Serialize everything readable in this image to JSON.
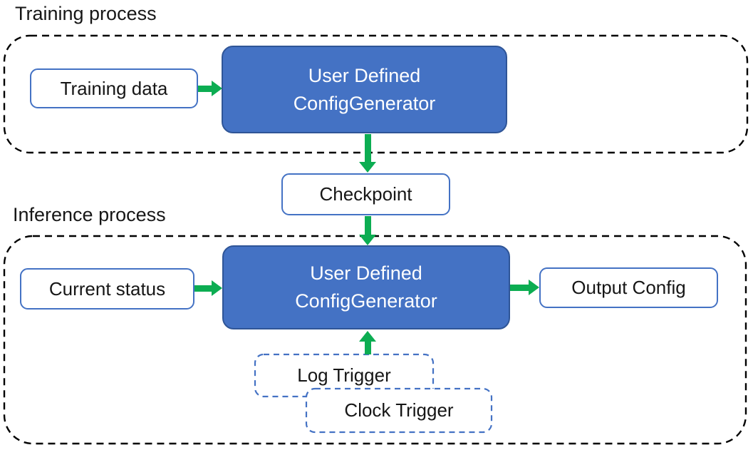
{
  "colors": {
    "generator_fill": "#4472C4",
    "generator_border": "#2F5597",
    "io_box_border": "#4472C4",
    "trigger_border": "#4472C4",
    "arrow_green": "#0CAD52",
    "container_dash": "#000000",
    "text": "#161616"
  },
  "training_section": {
    "label": "Training process",
    "data_box": "Training data",
    "generator": {
      "line1": "User Defined",
      "line2": "ConfigGenerator"
    }
  },
  "checkpoint_box": "Checkpoint",
  "inference_section": {
    "label": "Inference process",
    "status_box": "Current status",
    "generator": {
      "line1": "User Defined",
      "line2": "ConfigGenerator"
    },
    "output_box": "Output Config",
    "log_trigger_box": "Log Trigger",
    "clock_trigger_box": "Clock Trigger"
  }
}
